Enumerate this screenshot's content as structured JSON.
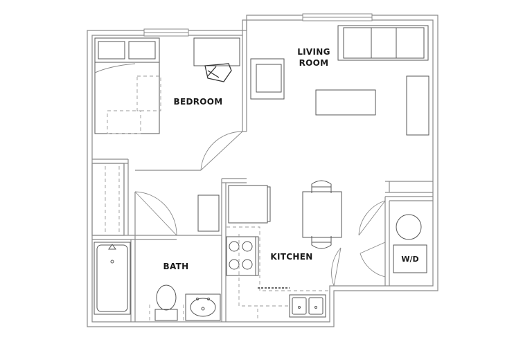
{
  "rooms": {
    "living_room": {
      "line1": "LIVING",
      "line2": "ROOM"
    },
    "bedroom": {
      "label": "BEDROOM"
    },
    "kitchen": {
      "label": "KITCHEN"
    },
    "bath": {
      "label": "BATH"
    }
  },
  "appliances": {
    "washer_dryer": {
      "label": "W/D"
    }
  },
  "colors": {
    "wall": "#8a8a8a",
    "furniture": "#555555",
    "dashed": "#999999",
    "text": "#1a1a1a"
  }
}
